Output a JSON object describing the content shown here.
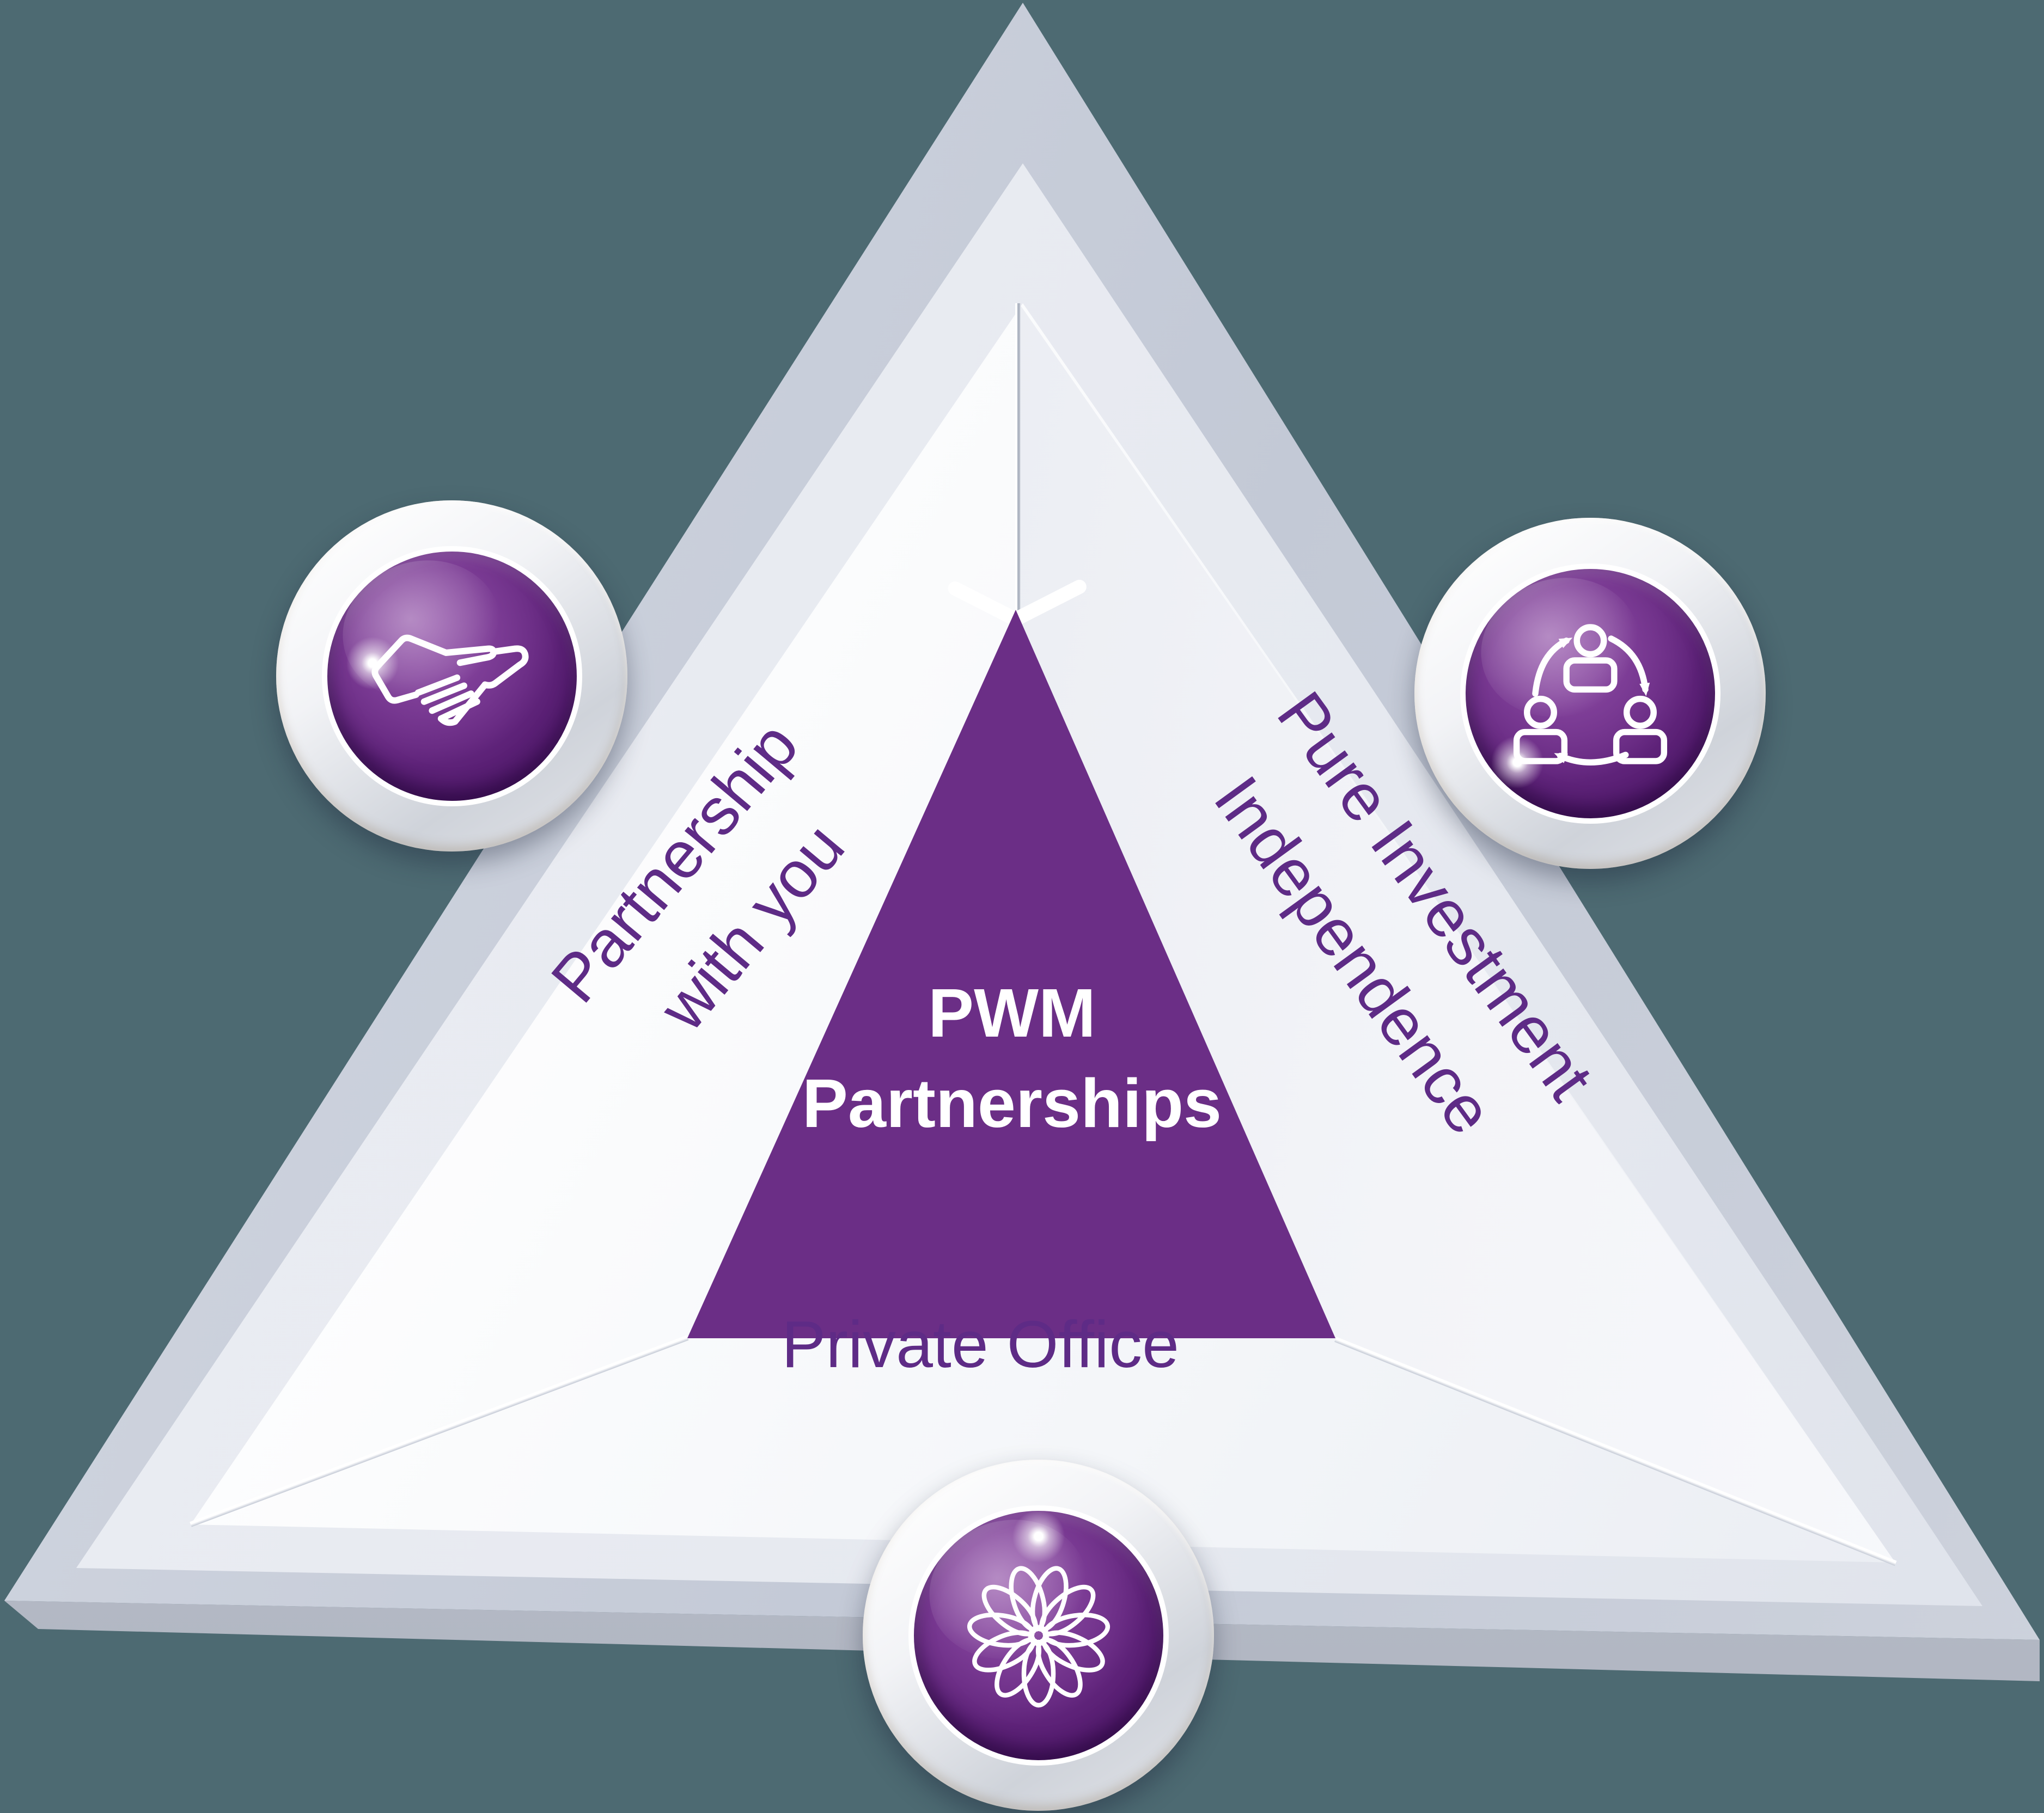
{
  "colors": {
    "background": "#4d6a72",
    "core_purple": "#6b2e86",
    "label_purple": "#5e2b86",
    "silver": "#cfd3da",
    "white": "#ffffff"
  },
  "center_triangle": {
    "line1": "PWM",
    "line2": "Partnerships"
  },
  "vertex_labels": {
    "left": {
      "line1": "Partnership",
      "line2": "with you"
    },
    "right": {
      "line1": "Pure Investment",
      "line2": "Independence"
    },
    "bottom": {
      "label": "Private Office"
    }
  },
  "vertex_icons": [
    {
      "name": "handshake-icon"
    },
    {
      "name": "people-cycle-icon"
    },
    {
      "name": "flower-icon"
    }
  ]
}
